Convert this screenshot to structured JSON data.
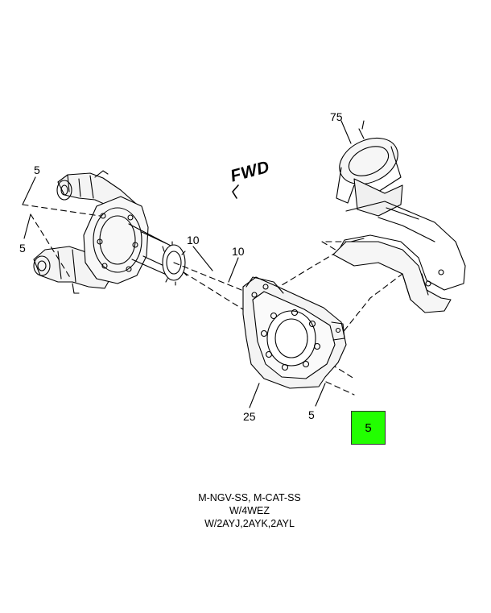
{
  "callouts": {
    "c75": "75",
    "c5_top": "5",
    "c5_left": "5",
    "c10_a": "10",
    "c10_b": "10",
    "c25": "25",
    "c5_bottom": "5",
    "c5_highlight": "5"
  },
  "fwd_label": "FWD",
  "caption": {
    "line1": "M-NGV-SS, M-CAT-SS",
    "line2": "W/4WEZ",
    "line3": "W/2AYJ,2AYK,2AYL"
  },
  "colors": {
    "highlight": "#22ff00",
    "line": "#000000"
  }
}
